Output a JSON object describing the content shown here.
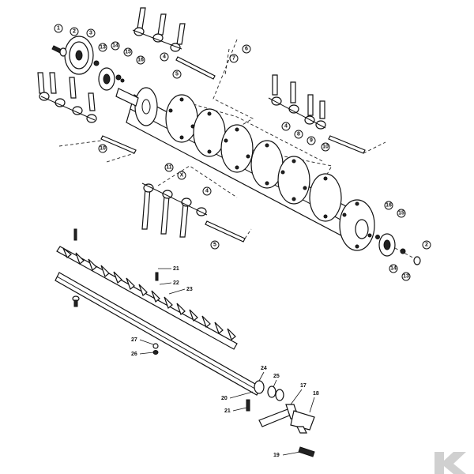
{
  "diagram": {
    "callouts": [
      {
        "label": "1"
      },
      {
        "label": "2"
      },
      {
        "label": "3"
      },
      {
        "label": "13"
      },
      {
        "label": "14"
      },
      {
        "label": "15"
      },
      {
        "label": "16"
      },
      {
        "label": "4"
      },
      {
        "label": "7"
      },
      {
        "label": "6"
      },
      {
        "label": "5"
      },
      {
        "label": "10"
      },
      {
        "label": "4"
      },
      {
        "label": "8"
      },
      {
        "label": "9"
      },
      {
        "label": "10"
      },
      {
        "label": "11"
      },
      {
        "label": "X"
      },
      {
        "label": "4"
      },
      {
        "label": "5"
      },
      {
        "label": "16"
      },
      {
        "label": "15"
      },
      {
        "label": "2"
      },
      {
        "label": "14"
      },
      {
        "label": "13"
      }
    ],
    "plain_labels": [
      {
        "label": "21"
      },
      {
        "label": "22"
      },
      {
        "label": "23"
      },
      {
        "label": "27"
      },
      {
        "label": "26"
      },
      {
        "label": "24"
      },
      {
        "label": "25"
      },
      {
        "label": "17"
      },
      {
        "label": "18"
      },
      {
        "label": "20"
      },
      {
        "label": "21"
      },
      {
        "label": "19"
      }
    ]
  },
  "logo": {
    "name": "k-logo-icon",
    "color": "#d0d0d0"
  }
}
